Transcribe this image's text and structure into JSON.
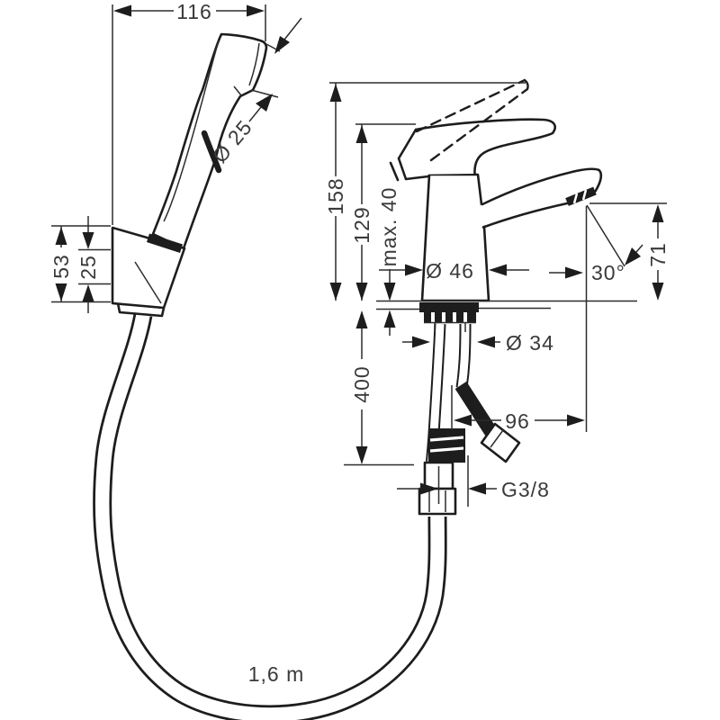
{
  "drawing": {
    "kind": "technical-dimension-drawing",
    "subject": "single-lever basin mixer with bidet hand shower, holder and hose",
    "colors": {
      "line": "#1d1d1d",
      "text": "#3a3a3a",
      "background": "#ffffff"
    }
  },
  "labels": {
    "dim_116": "116",
    "dia_25": "Ø 25",
    "dim_53": "53",
    "dim_25": "25",
    "dim_158": "158",
    "dim_129": "129",
    "max_40": "max. 40",
    "dia_46": "Ø 46",
    "angle_30": "30°",
    "dim_71": "71",
    "dia_34": "Ø 34",
    "dim_400": "400",
    "dim_96": "96",
    "thread_g38": "G3/8",
    "hose_length": "1,6 m"
  }
}
